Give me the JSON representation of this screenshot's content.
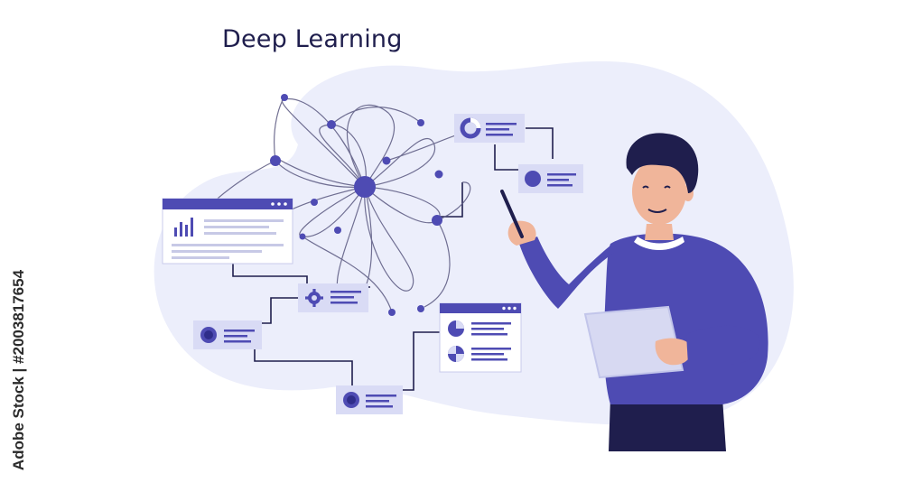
{
  "title": "Deep Learning",
  "stock_id": "Adobe Stock | #2003817654",
  "watermark_text": "Adobe Stock",
  "colors": {
    "background_blob": "#ecedfb",
    "accent": "#4e4bb3",
    "card_fill": "#d9dbf5",
    "card_header": "#4e4bb3",
    "sweater": "#4e4bb3",
    "hair": "#1f1e4d",
    "skin": "#f0b59a",
    "pants": "#1f1e4d",
    "tablet": "#d7d9f2"
  },
  "icons": [
    "bar-chart-icon",
    "gear-icon",
    "donut-chart-icon",
    "pie-chart-icon",
    "circle-node-icon",
    "stylus-icon",
    "tablet-icon"
  ]
}
